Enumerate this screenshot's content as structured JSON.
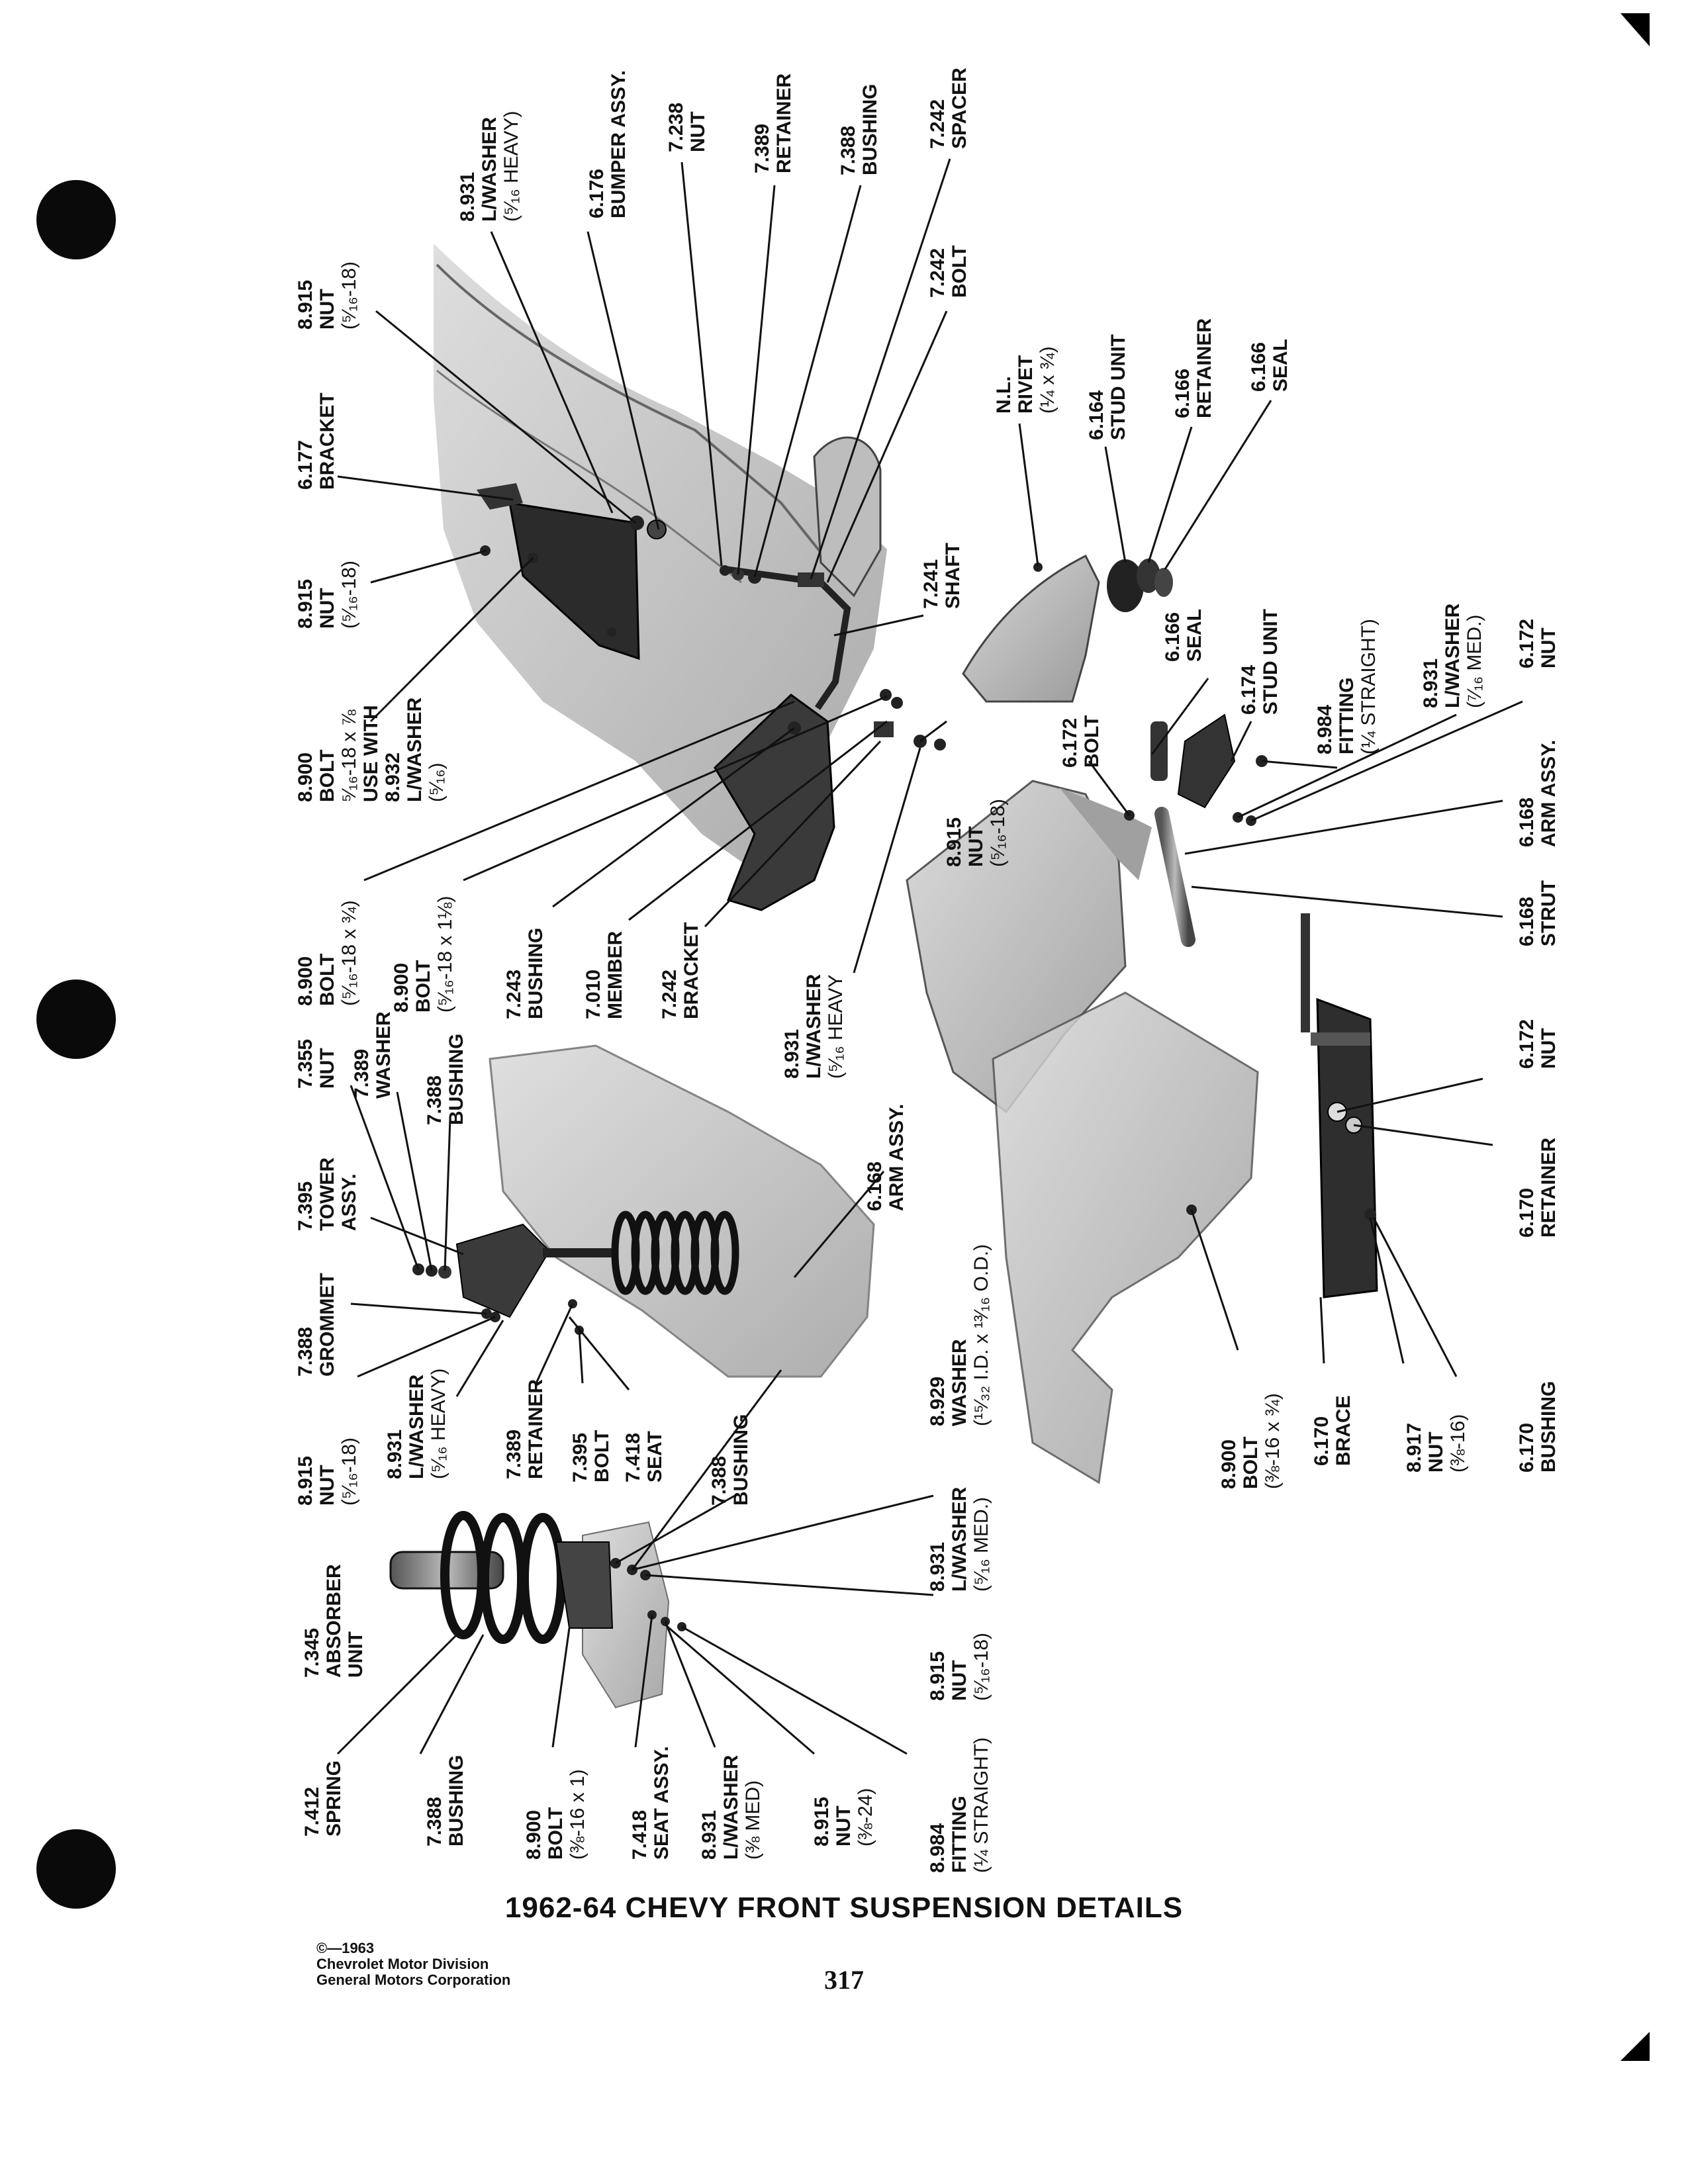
{
  "page": {
    "title": "1962-64 CHEVY FRONT SUSPENSION DETAILS",
    "page_number": "317",
    "copyright": [
      "©—1963",
      "Chevrolet Motor Division",
      "General Motors Corporation"
    ]
  },
  "callouts": {
    "c1": {
      "num": "8.931",
      "name": "L/WASHER",
      "spec": "(⁵⁄₁₆ HEAVY)"
    },
    "c2": {
      "num": "6.176",
      "name": "BUMPER ASSY."
    },
    "c3": {
      "num": "7.238",
      "name": "NUT"
    },
    "c4": {
      "num": "7.389",
      "name": "RETAINER"
    },
    "c5": {
      "num": "7.388",
      "name": "BUSHING"
    },
    "c6": {
      "num": "7.242",
      "name": "SPACER"
    },
    "c7": {
      "num": "8.915",
      "name": "NUT",
      "spec": "(⁵⁄₁₆-18)"
    },
    "c8": {
      "num": "7.242",
      "name": "BOLT"
    },
    "c9": {
      "num": "6.177",
      "name": "BRACKET"
    },
    "c10": {
      "num": "N.L.",
      "name": "RIVET",
      "spec": "(¼ x ¾)"
    },
    "c11": {
      "num": "6.164",
      "name": "STUD UNIT"
    },
    "c12": {
      "num": "6.166",
      "name": "RETAINER"
    },
    "c13": {
      "num": "6.166",
      "name": "SEAL"
    },
    "c14": {
      "num": "8.915",
      "name": "NUT",
      "spec": "(⁵⁄₁₆-18)"
    },
    "c15": {
      "num": "7.241",
      "name": "SHAFT"
    },
    "c16": {
      "num": "8.900",
      "name": "BOLT",
      "line3": "⁵⁄₁₆-18 x ⅞",
      "line4": "USE WITH",
      "line5": "8.932",
      "line6": "L/WASHER",
      "spec": "(⁵⁄₁₆)"
    },
    "c17": {
      "num": "6.166",
      "name": "SEAL"
    },
    "c18": {
      "num": "6.174",
      "name": "STUD UNIT"
    },
    "c19": {
      "num": "8.984",
      "name": "FITTING",
      "spec": "(¼ STRAIGHT)"
    },
    "c20": {
      "num": "8.931",
      "name": "L/WASHER",
      "spec": "(⁷⁄₁₆ MED.)"
    },
    "c21": {
      "num": "6.172",
      "name": "NUT"
    },
    "c22": {
      "num": "6.172",
      "name": "BOLT"
    },
    "c23": {
      "num": "8.915",
      "name": "NUT",
      "spec": "(⁵⁄₁₆-18)"
    },
    "c24": {
      "num": "6.168",
      "name": "ARM ASSY."
    },
    "c25": {
      "num": "8.900",
      "name": "BOLT",
      "spec": "(⁵⁄₁₆-18 x ¾)"
    },
    "c26": {
      "num": "8.900",
      "name": "BOLT",
      "spec": "(⁵⁄₁₆-18 x 1⅛)"
    },
    "c27": {
      "num": "7.243",
      "name": "BUSHING"
    },
    "c28": {
      "num": "7.010",
      "name": "MEMBER"
    },
    "c29": {
      "num": "7.242",
      "name": "BRACKET"
    },
    "c30": {
      "num": "8.931",
      "name": "L/WASHER",
      "spec": "(⁵⁄₁₆ HEAVY"
    },
    "c31": {
      "num": "6.168",
      "name": "STRUT"
    },
    "c32": {
      "num": "7.355",
      "name": "NUT"
    },
    "c33": {
      "num": "7.389",
      "name": "WASHER"
    },
    "c34": {
      "num": "7.388",
      "name": "BUSHING"
    },
    "c35": {
      "num": "7.395",
      "name": "TOWER",
      "spec": "ASSY."
    },
    "c36": {
      "num": "6.168",
      "name": "ARM ASSY."
    },
    "c37": {
      "num": "6.172",
      "name": "NUT"
    },
    "c38": {
      "num": "7.388",
      "name": "GROMMET"
    },
    "c39": {
      "num": "6.170",
      "name": "RETAINER"
    },
    "c40": {
      "num": "8.915",
      "name": "NUT",
      "spec": "(⁵⁄₁₆-18)"
    },
    "c41": {
      "num": "8.931",
      "name": "L/WASHER",
      "spec": "(⁵⁄₁₆ HEAVY)"
    },
    "c42": {
      "num": "7.389",
      "name": "RETAINER"
    },
    "c43": {
      "num": "7.395",
      "name": "BOLT"
    },
    "c44": {
      "num": "7.418",
      "name": "SEAT"
    },
    "c45": {
      "num": "8.929",
      "name": "WASHER",
      "spec": "(¹⁵⁄₃₂ I.D. x ¹³⁄₁₆ O.D.)"
    },
    "c46": {
      "num": "8.900",
      "name": "BOLT",
      "spec": "(⅜-16 x ¾)"
    },
    "c47": {
      "num": "6.170",
      "name": "BRACE"
    },
    "c48": {
      "num": "8.917",
      "name": "NUT",
      "spec": "(⅜-16)"
    },
    "c49": {
      "num": "6.170",
      "name": "BUSHING"
    },
    "c50": {
      "num": "7.388",
      "name": "BUSHING"
    },
    "c51": {
      "num": "8.931",
      "name": "L/WASHER",
      "spec": "(⁵⁄₁₆ MED.)"
    },
    "c52": {
      "num": "7.345",
      "name": "ABSORBER",
      "spec": "UNIT"
    },
    "c53": {
      "num": "8.915",
      "name": "NUT",
      "spec": "(⁵⁄₁₆-18)"
    },
    "c54": {
      "num": "7.412",
      "name": "SPRING"
    },
    "c55": {
      "num": "7.388",
      "name": "BUSHING"
    },
    "c56": {
      "num": "8.900",
      "name": "BOLT",
      "spec": "(⅜-16 x 1)"
    },
    "c57": {
      "num": "7.418",
      "name": "SEAT ASSY."
    },
    "c58": {
      "num": "8.931",
      "name": "L/WASHER",
      "spec": "(⅜ MED)"
    },
    "c59": {
      "num": "8.915",
      "name": "NUT",
      "spec": "(⅜-24)"
    },
    "c60": {
      "num": "8.984",
      "name": "FITTING",
      "spec": "(¼ STRAIGHT)"
    }
  }
}
